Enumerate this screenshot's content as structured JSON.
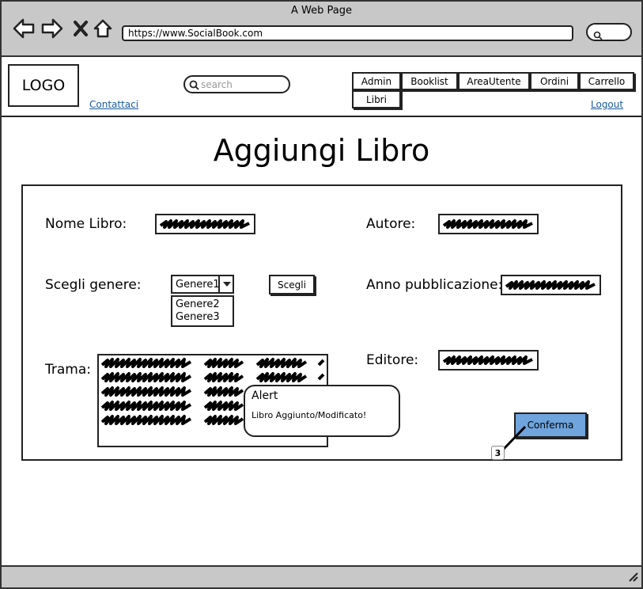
{
  "browser": {
    "window_title": "A Web Page",
    "url": "https://www.SocialBook.com"
  },
  "header": {
    "logo": "LOGO",
    "contact_link": "Contattaci",
    "search_placeholder": "search",
    "logout_link": "Logout",
    "nav": [
      "Admin",
      "Booklist",
      "AreaUtente",
      "Ordini",
      "Carrello",
      "Libri"
    ]
  },
  "page": {
    "title": "Aggiungi Libro"
  },
  "form": {
    "nome_label": "Nome Libro:",
    "autore_label": "Autore:",
    "genere_label": "Scegli genere:",
    "anno_label": "Anno pubblicazione:",
    "trama_label": "Trama:",
    "editore_label": "Editore:",
    "genre_selected": "Genere1",
    "genre_options": [
      "Genere2",
      "Genere3"
    ],
    "scegli_button": "Scegli",
    "confirm_button": "Conferma",
    "badge": "3"
  },
  "alert": {
    "title": "Alert",
    "message": "Libro Aggiunto/Modificato!"
  },
  "icons": {
    "back": "back-arrow-icon",
    "forward": "forward-arrow-icon",
    "close": "close-icon",
    "home": "home-icon",
    "search": "search-icon",
    "dropdown": "chevron-down-icon",
    "resize": "resize-grip-icon"
  },
  "colors": {
    "chrome": "#c8c8c8",
    "primary_button": "#6fa4dd",
    "link": "#1a5aa0"
  }
}
